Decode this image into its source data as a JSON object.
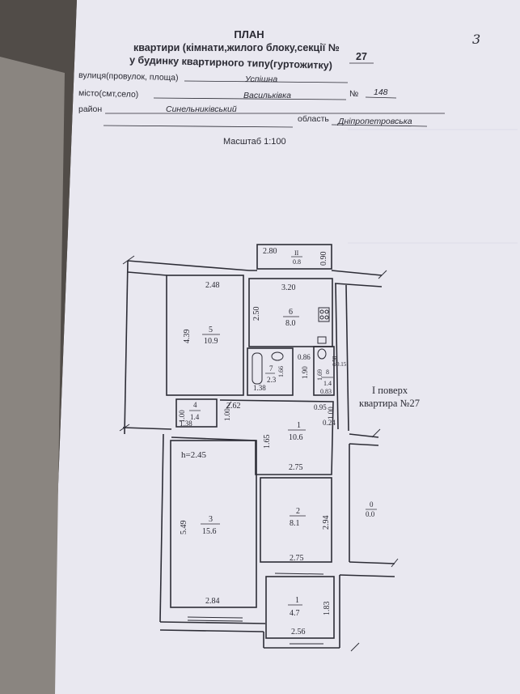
{
  "header": {
    "title": "ПЛАН",
    "line1": "квартири (кімнати,жилого блоку,секції №",
    "section_no": "27",
    "line2": "у будинку квартирного типу(гуртожитку)"
  },
  "address": {
    "street_label": "вулиця(провулок, площа)",
    "street_value": "Успішна",
    "city_label": "місто(смт,село)",
    "city_value": "Васильківка",
    "no_label": "№",
    "no_value": "148",
    "district_label": "район",
    "district_value": "Синельниківський",
    "region_label": "область",
    "region_value": "Дніпропетровська"
  },
  "page_mark": "3",
  "scale": "Масштаб 1:100",
  "floor_info": {
    "floor": "I поверх",
    "apartment": "квартира №27"
  },
  "rooms": {
    "balcony": {
      "top": "2.80",
      "num": "II",
      "area": "0.8",
      "side": "0.90"
    },
    "r5": {
      "width": "2.48",
      "height": "4.39",
      "num": "5",
      "area": "10.9"
    },
    "r6": {
      "width": "3.20",
      "height": "2.50",
      "num": "6",
      "area": "8.0"
    },
    "r7": {
      "num": "7",
      "area": "2.3",
      "w": "1.38",
      "h": "1.66",
      "h2": "1.90",
      "d1": "0.86"
    },
    "r8": {
      "num": "8",
      "area": "1.4",
      "w": "0.83",
      "h": "1.69",
      "d1": "0.58",
      "d2": "0.15"
    },
    "r4": {
      "num": "4",
      "area": "1.4",
      "w": "1.38",
      "h1": "1.00",
      "h2": "1.00"
    },
    "r1": {
      "num": "1",
      "area": "10.6",
      "w1": "2.62",
      "h": "1.65",
      "w2": "2.75",
      "d1": "0.95",
      "d2": "1.00",
      "d3": "0.24"
    },
    "r3": {
      "height_label": "h=2.45",
      "num": "3",
      "area": "15.6",
      "side": "5.49",
      "bottom": "2.84"
    },
    "r2": {
      "num": "2",
      "area": "8.1",
      "side": "2.94",
      "bottom": "2.75"
    },
    "r1b": {
      "num": "1",
      "area": "4.7",
      "side": "1.83",
      "bottom": "2.56"
    },
    "other": {
      "num": "0",
      "area": "0.0"
    }
  }
}
